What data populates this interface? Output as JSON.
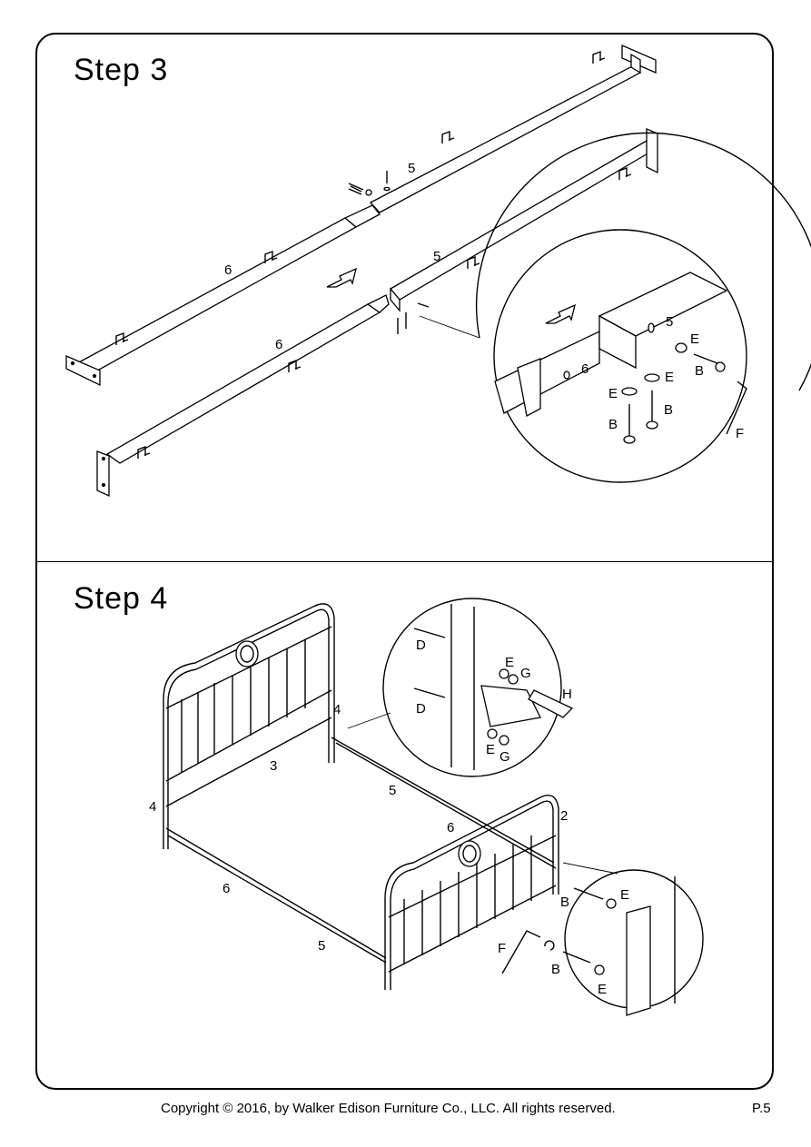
{
  "steps": [
    {
      "title": "Step  3"
    },
    {
      "title": "Step  4"
    }
  ],
  "step3_labels": {
    "rail_5_top": "5",
    "rail_6_top": "6",
    "rail_5_bottom": "5",
    "rail_6_bottom": "6",
    "detail_5": "5",
    "detail_6": "6",
    "detail_e1": "E",
    "detail_b1": "B",
    "detail_e2": "E",
    "detail_b2": "B",
    "detail_e3": "E",
    "detail_b3": "B",
    "detail_f": "F"
  },
  "step4_labels": {
    "post_4_top": "4",
    "rail_3": "3",
    "post_4_left": "4",
    "rail_5_back": "5",
    "rail_6_back": "6",
    "post_2": "2",
    "rail_6_front": "6",
    "rail_5_front": "5",
    "detail_d1": "D",
    "detail_d2": "D",
    "detail_e1": "E",
    "detail_g1": "G",
    "detail_h": "H",
    "detail_e2": "E",
    "detail_g2": "G",
    "detail2_b1": "B",
    "detail2_e1": "E",
    "detail2_f": "F",
    "detail2_b2": "B",
    "detail2_e2": "E"
  },
  "footer": {
    "copyright": "Copyright  © 2016, by Walker Edison Furniture Co., LLC. All rights reserved.",
    "page": "P.5"
  }
}
